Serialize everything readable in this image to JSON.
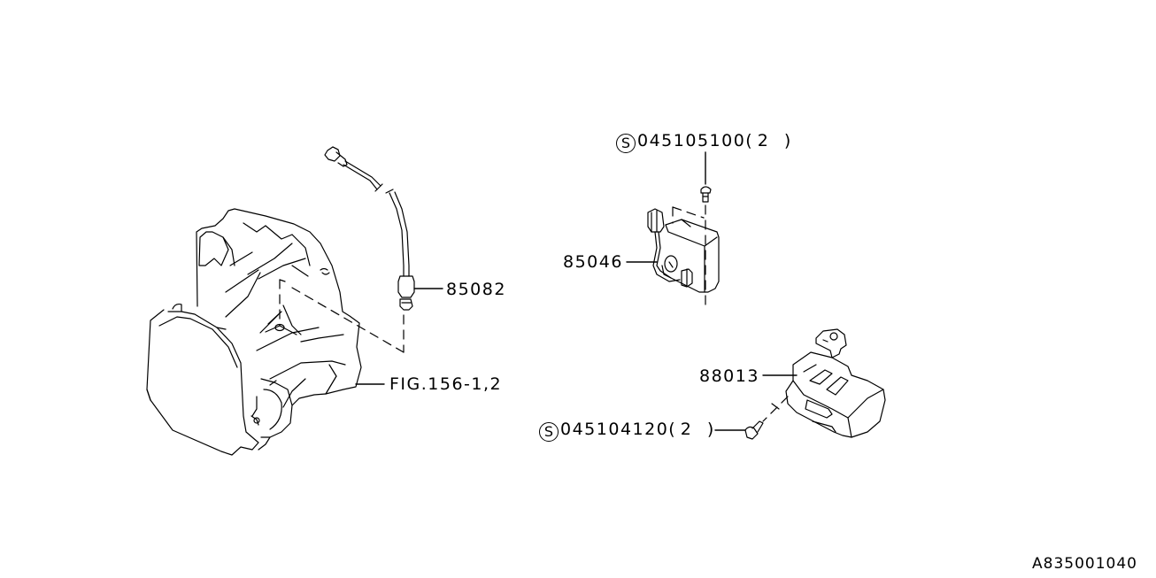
{
  "diagram": {
    "type": "exploded parts diagram",
    "reference_code": "A835001040",
    "parts": [
      {
        "id": "part-85082",
        "number": "85082",
        "description": "sensor with cable"
      },
      {
        "id": "part-85046",
        "number": "85046",
        "description": "control unit"
      },
      {
        "id": "part-88013",
        "number": "88013",
        "description": "bracket / module"
      }
    ],
    "references": [
      {
        "id": "fig-ref",
        "text": "FIG.156-1,2"
      }
    ],
    "fasteners": [
      {
        "id": "screw-upper",
        "symbol": "S",
        "number": "045105100",
        "qty": "(2 )"
      },
      {
        "id": "screw-lower",
        "symbol": "S",
        "number": "045104120",
        "qty": "(2 )"
      }
    ]
  }
}
